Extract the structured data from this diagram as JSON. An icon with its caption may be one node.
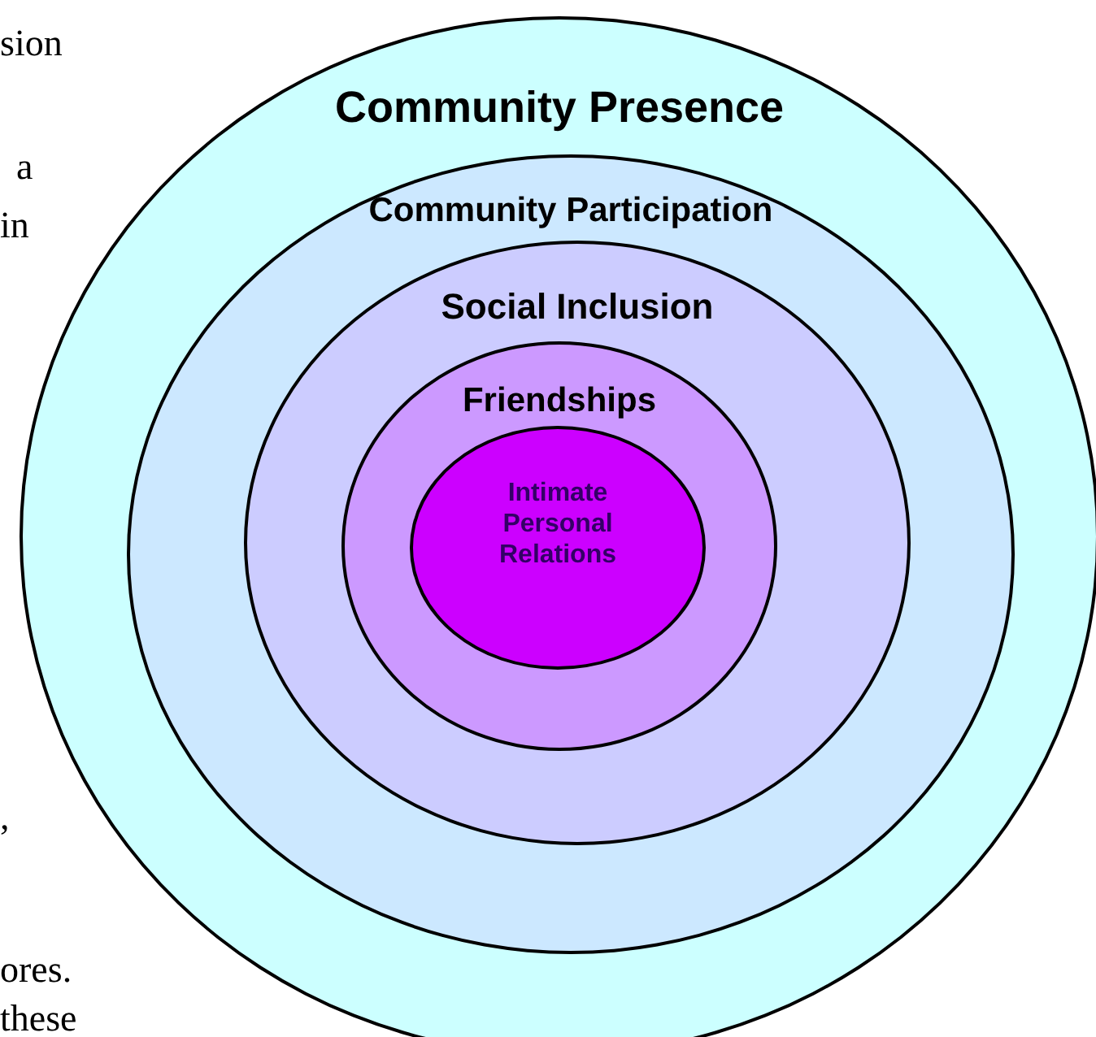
{
  "diagram": {
    "nodes": [
      {
        "text": [
          "Community Presence"
        ]
      },
      {
        "text": [
          "Community Participation"
        ],
        "in": 0
      },
      {
        "text": [
          "Social Inclusion"
        ],
        "in": 1
      },
      {
        "text": [
          "Friendships"
        ],
        "in": 2
      },
      {
        "text": [
          "Intimate Personal Relations"
        ],
        "in": 3
      }
    ],
    "labels": [
      "sion",
      "a",
      "in",
      ",",
      "ores.",
      "these"
    ]
  }
}
